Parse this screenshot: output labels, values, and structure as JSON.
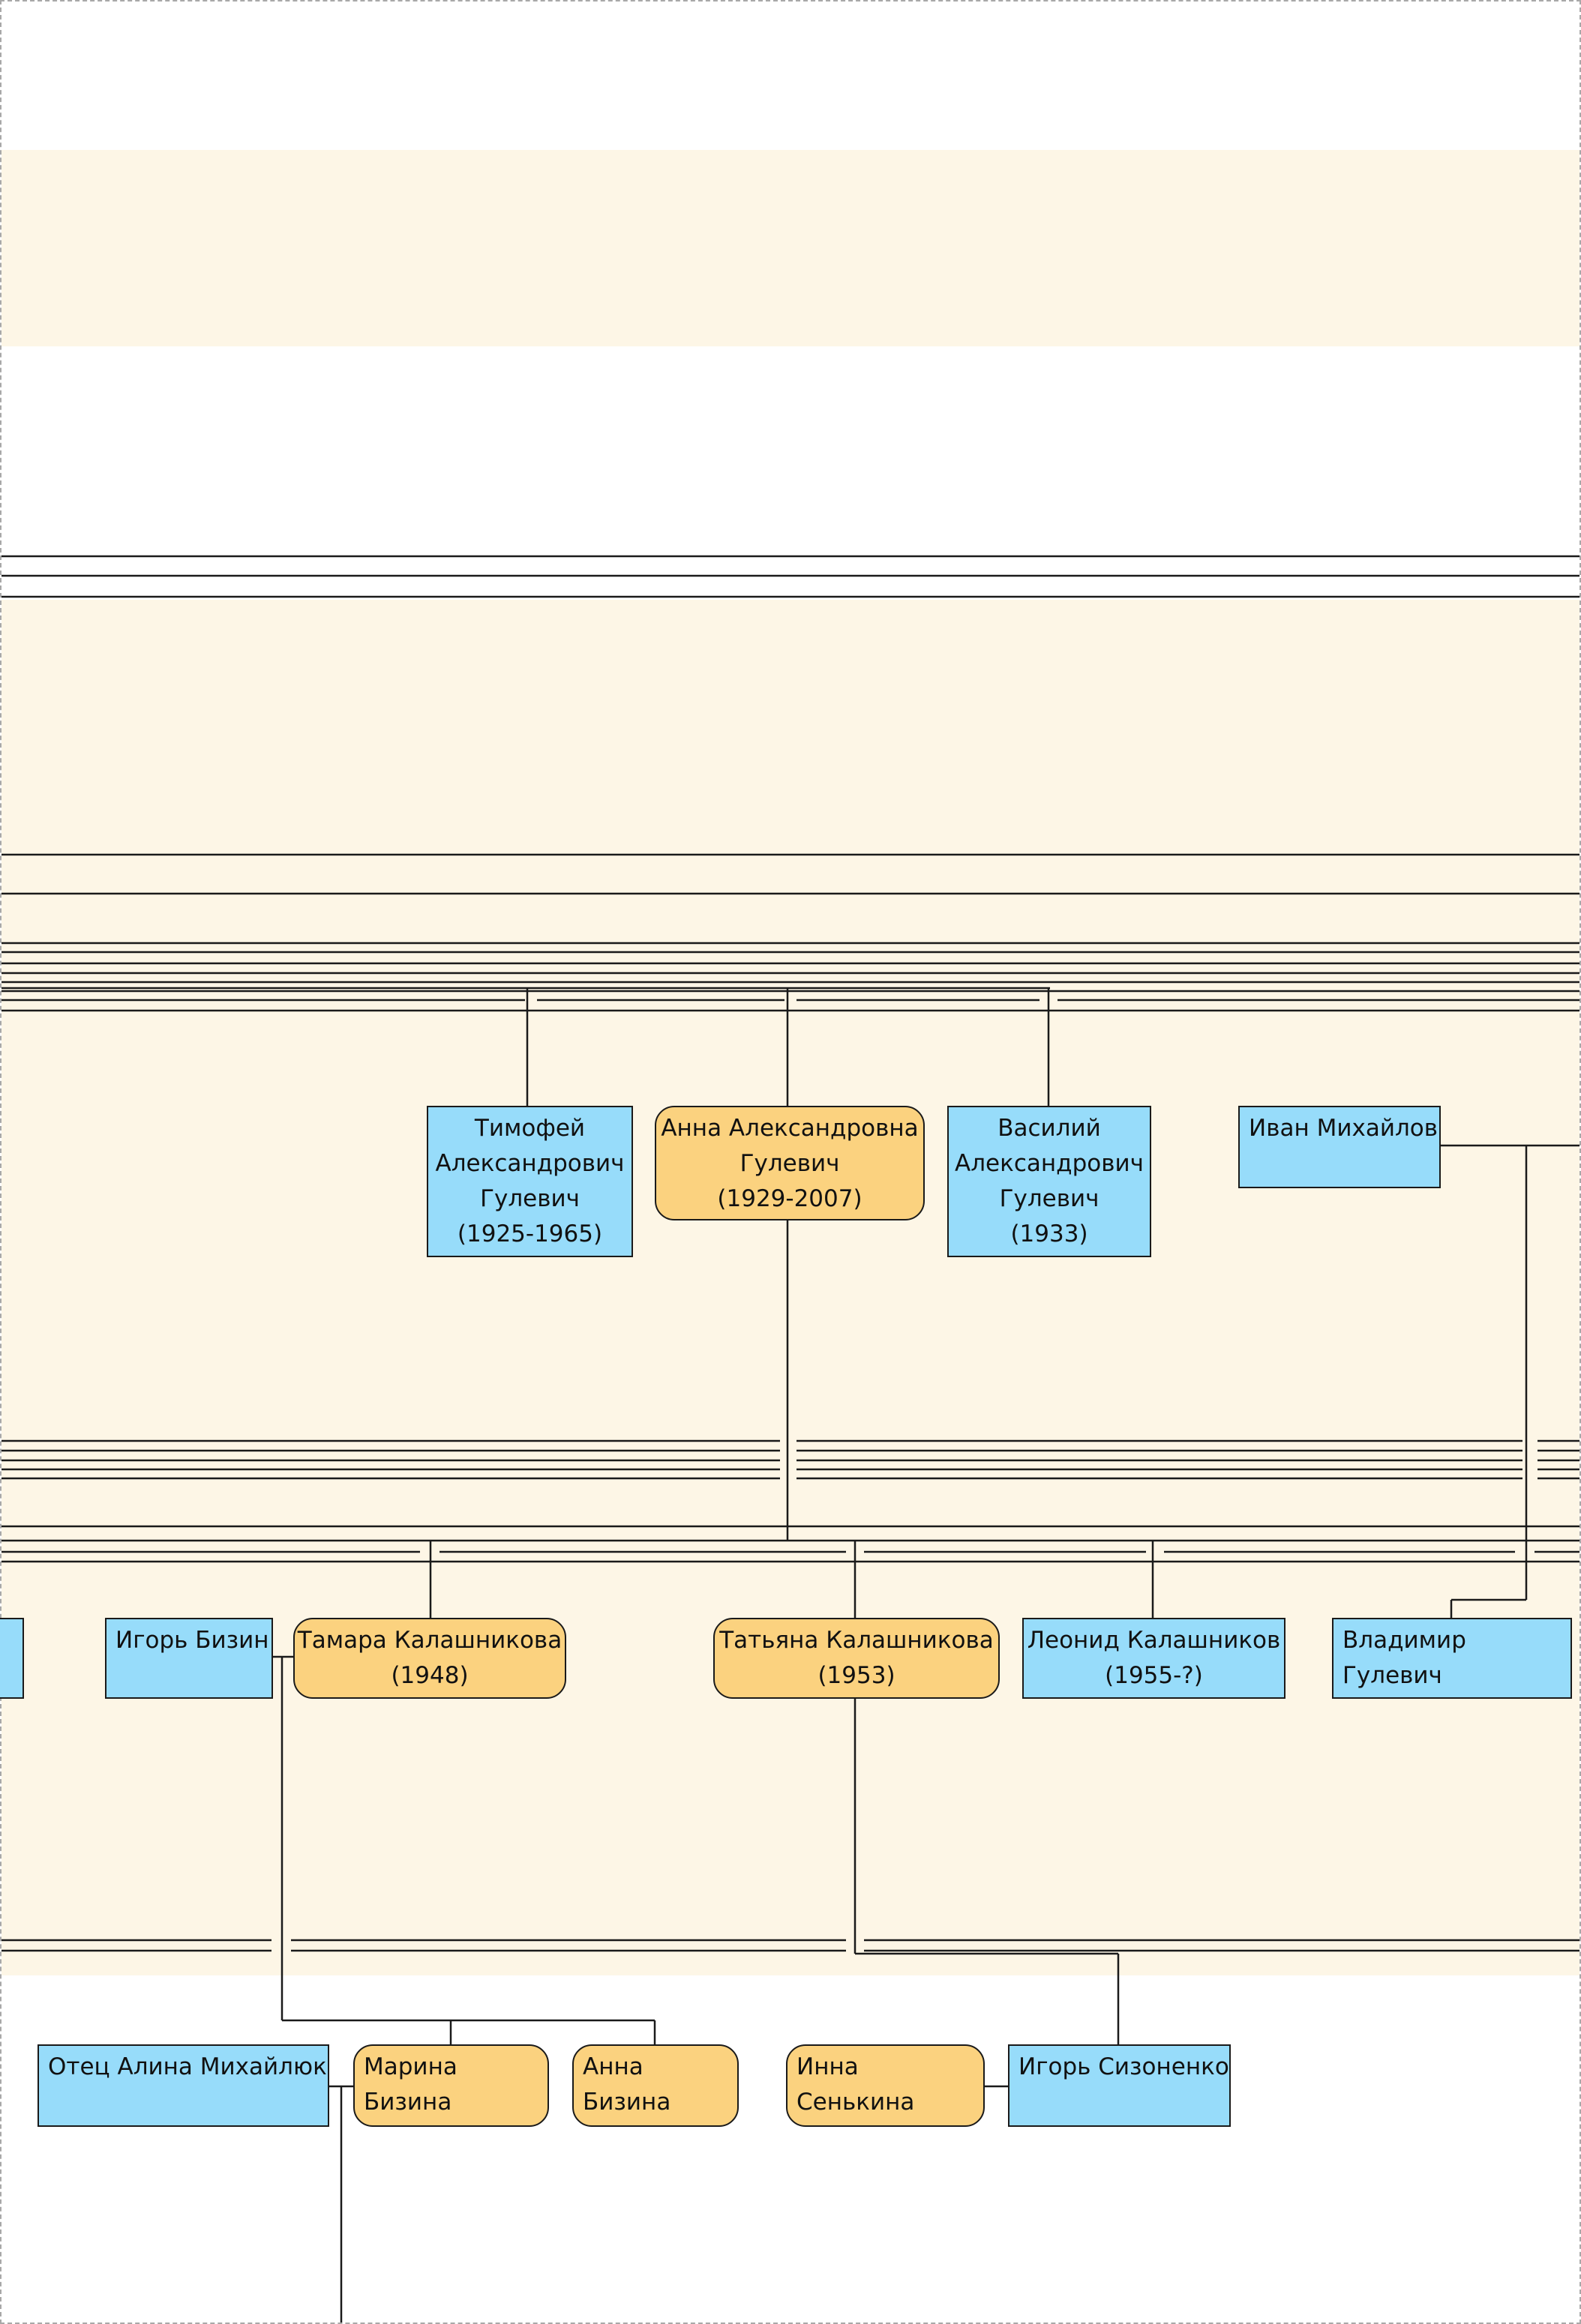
{
  "tree": {
    "timofey": "Тимофей\nАлександрович\nГулевич\n(1925-1965)",
    "anna_a": "Анна Александровна\nГулевич\n(1929-2007)",
    "vasiliy": "Василий\nАлександрович\nГулевич\n(1933)",
    "ivan_m": "Иван Михайлов",
    "igor_b": "Игорь Бизин",
    "tamara": "Тамара Калашникова\n(1948)",
    "tatyana": "Татьяна Калашникова\n(1953)",
    "leonid": "Леонид Калашников\n(1955-?)",
    "vladimir": "Владимир Гулевич",
    "otets_alina": "Отец Алина Михайлюк",
    "marina": "Марина Бизина",
    "anna_b": "Анна Бизина",
    "inna": "Инна Сенькина",
    "igor_s": "Игорь Сизоненко"
  },
  "colors": {
    "male": "#97dcfa",
    "female": "#fbd27f",
    "band": "#fdf6e6",
    "line": "#1a1a1a"
  }
}
